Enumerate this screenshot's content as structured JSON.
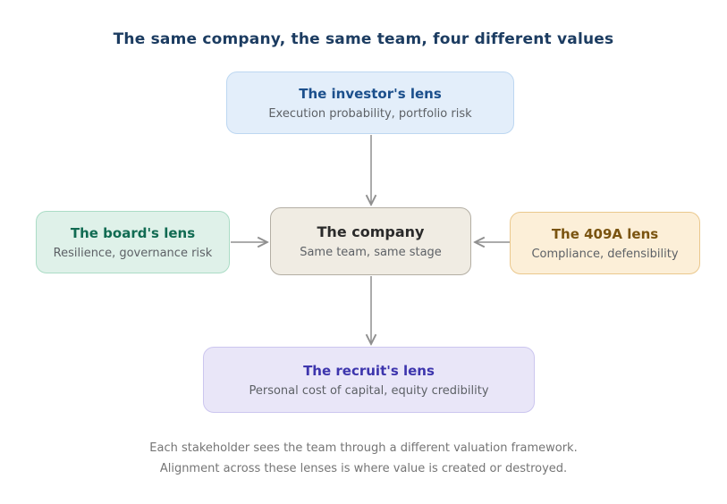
{
  "title": "The same company, the same team, four different values",
  "diagram": {
    "nodes": {
      "investor": {
        "label": "The investor's lens",
        "description": "Execution probability, portfolio risk",
        "accent": "#1b4f8c",
        "fill": "#e3eefa",
        "border": "#bdd7f1"
      },
      "board": {
        "label": "The board's lens",
        "description": "Resilience, governance risk",
        "accent": "#116b52",
        "fill": "#dff1e9",
        "border": "#abdcc6"
      },
      "company": {
        "label": "The company",
        "description": "Same team, same stage",
        "accent": "#2a2a2a",
        "fill": "#f0ece3",
        "border": "#b3aea3"
      },
      "lens409a": {
        "label": "The 409A lens",
        "description": "Compliance, defensibility",
        "accent": "#7a5410",
        "fill": "#fcefd8",
        "border": "#eac88d"
      },
      "recruit": {
        "label": "The recruit's lens",
        "description": "Personal cost of capital, equity credibility",
        "accent": "#3d35ad",
        "fill": "#e9e6f8",
        "border": "#ccc6ef"
      }
    },
    "edges": [
      {
        "from": "investor",
        "to": "company"
      },
      {
        "from": "board",
        "to": "company"
      },
      {
        "from": "lens409a",
        "to": "company"
      },
      {
        "from": "company",
        "to": "recruit"
      }
    ],
    "arrow_color": "#8f8f8f"
  },
  "footer": {
    "line1": "Each stakeholder sees the team through a different valuation framework.",
    "line2": "Alignment across these lenses is where value is created or destroyed."
  }
}
